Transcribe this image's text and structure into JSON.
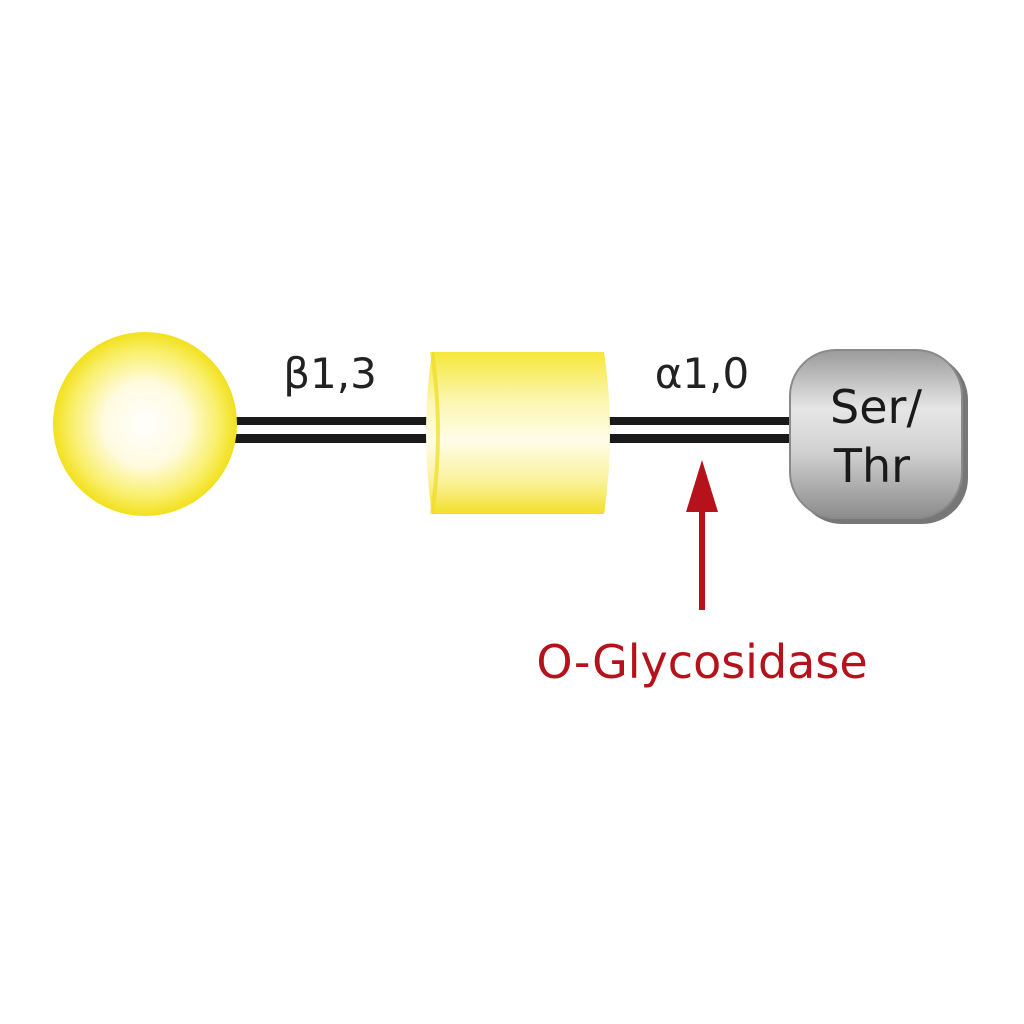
{
  "diagram": {
    "linkage_1": "β1,3",
    "linkage_2": "α1,0",
    "residue_line_1": "Ser/",
    "residue_line_2": "Thr",
    "enzyme": "O-Glycosidase"
  },
  "colors": {
    "galactose_yellow": "#f7e82a",
    "galnac_yellow": "#f7ea3a",
    "enzyme_red": "#b5121b",
    "bond_dark": "#1a1a1a",
    "residue_gray": "#a8a8a8"
  },
  "icons": {
    "galactose": "yellow-circle-icon",
    "galnac": "yellow-cylinder-icon",
    "amino_acid": "gray-rounded-box-icon",
    "cleavage": "red-up-arrow-icon"
  }
}
